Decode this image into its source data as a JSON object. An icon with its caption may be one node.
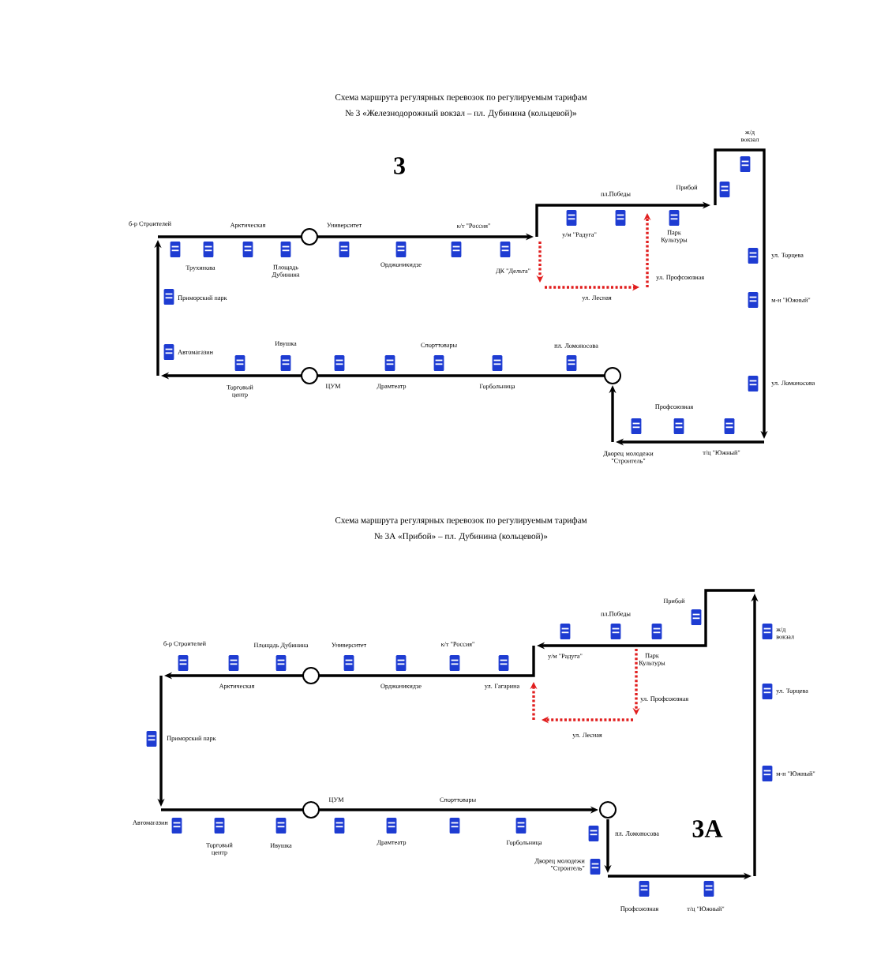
{
  "diagram": {
    "labels": [
      "Схема маршрута регулярных перевозок по регулируемым тарифам",
      "№ 3 «Железнодорожный вокзал – пл. Дубинина (кольцевой)»",
      "3",
      "ж/д вокзал",
      "Прибой",
      "пл.Победы",
      "б-р Строителей",
      "Арктическая",
      "Университет",
      "к/т \"Россия\"",
      "у/м \"Радуга\"",
      "Парк Культуры",
      "ул. Торцева",
      "Трухинова",
      "Площадь Дубинина",
      "Орджоникидзе",
      "ДК \"Дельта\"",
      "ул. Профсоюзная",
      "ул. Лесная",
      "м-н \"Южный\"",
      "Приморский парк",
      "Ивушка",
      "Спорттовары",
      "пл. Ломоносова",
      "Автомагазин",
      "ул. Ломоносова",
      "ЦУМ",
      "Драмтеатр",
      "Горбольница",
      "Торговый центр",
      "Профсоюзная",
      "т/ц \"Южный\"",
      "Дворец молодежи \"Строитель\"",
      "Схема маршрута регулярных перевозок по регулируемым тарифам",
      "№ 3А «Прибой» – пл. Дубинина (кольцевой)»",
      "Прибой",
      "пл.Победы",
      "б-р Строителей",
      "Площадь Дубинина",
      "Университет",
      "к/т \"Россия\"",
      "ж/д вокзал",
      "у/м \"Радуга\"",
      "Парк Культуры",
      "Арктическая",
      "Орджоникидзе",
      "ул. Гагарина",
      "ул. Торцева",
      "ул. Профсоюзная",
      "ул. Лесная",
      "Приморский парк",
      "м-н \"Южный\"",
      "ЦУМ",
      "Спорттовары",
      "Автомагазин",
      "пл. Ломоносова",
      "3А",
      "Ивушка",
      "Драмтеатр",
      "Горбольница",
      "Торговый центр",
      "Дворец молодежи \"Строитель\"",
      "Профсоюзная",
      "т/ц \"Южный\""
    ]
  }
}
